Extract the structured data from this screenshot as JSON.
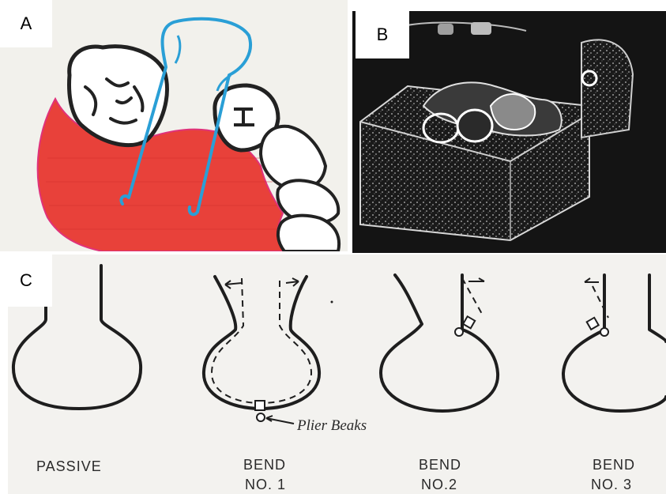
{
  "panels": {
    "a": {
      "label": "A"
    },
    "b": {
      "label": "B"
    },
    "c": {
      "label": "C"
    }
  },
  "loop_diagram": {
    "passive": "PASSIVE",
    "bend1": [
      "BEND",
      "NO. 1"
    ],
    "bend2": [
      "BEND",
      "NO.2"
    ],
    "bend3": [
      "BEND",
      "NO. 3"
    ],
    "plier_beaks": "Plier Beaks"
  },
  "colors": {
    "gum": "#e8413a",
    "wire": "#2a9fd6",
    "outline": "#222222",
    "photo_bg": "#141414"
  }
}
